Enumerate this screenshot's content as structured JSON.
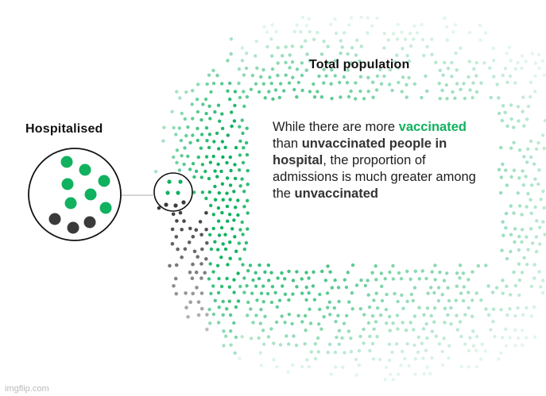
{
  "title": "Total population",
  "hospitalised_label": "Hospitalised",
  "explainer": {
    "part1": "While there are more ",
    "vaccinated": "vaccinated",
    "part2": " than ",
    "unvaccinated_in_hospital": "unvaccinated people in hospital",
    "part3": ", the proportion of admissions is much greater among the ",
    "unvaccinated": "unvaccinated"
  },
  "watermark": "imgflip.com",
  "colors": {
    "vaccinated": "#10b15f",
    "unvaccinated": "#3a3a3a",
    "text": "#1e1e1e",
    "connector": "#bdbdbd"
  },
  "hospitalised_breakdown": {
    "vaccinated": 7,
    "unvaccinated": 3
  }
}
